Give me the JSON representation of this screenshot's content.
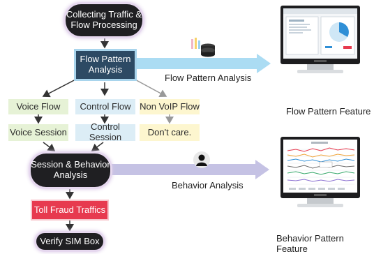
{
  "nodes": {
    "collecting": "Collecting Traffic & Flow Processing",
    "flow_pattern": "Flow Pattern Analysis",
    "voice_flow": "Voice Flow",
    "control_flow": "Control Flow",
    "non_voip_flow": "Non VoIP Flow",
    "voice_session": "Voice Session",
    "control_session": "Control Session",
    "dont_care": "Don't care.",
    "session_behavior": "Session & Behavior Analysis",
    "toll_fraud": "Toll Fraud Traffics",
    "verify_sim": "Verify SIM Box"
  },
  "arrows": {
    "flow_label": "Flow Pattern Analysis",
    "behavior_label": "Behavior Analysis"
  },
  "features": {
    "flow_caption": "Flow Pattern  Feature",
    "behavior_caption": "Behavior Pattern  Feature"
  },
  "colors": {
    "dark_pill": "#1f1f22",
    "blue_box": "#2d4a64",
    "green_box": "#e6f2d6",
    "light_blue_box": "#dcedf6",
    "yellow_box": "#fdf6cf",
    "red_box": "#e73a4f",
    "flow_arrow": "#8fd0ef",
    "behavior_arrow": "#b7b3dd"
  },
  "icons": [
    "database-icon",
    "user-icon",
    "monitor-icon"
  ]
}
